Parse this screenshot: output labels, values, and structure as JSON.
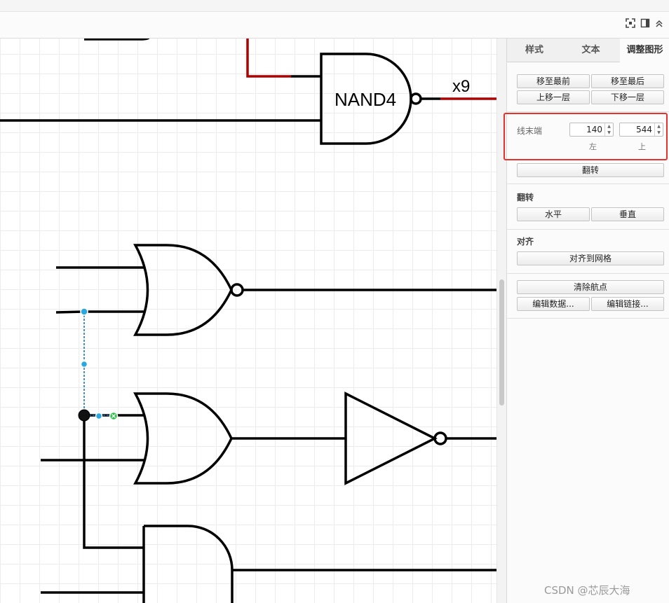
{
  "toolbar": {
    "icons": [
      "fullscreen-icon",
      "panel-toggle-icon",
      "collapse-icon"
    ]
  },
  "canvas": {
    "gate_labels": {
      "nand": "NAND4",
      "net": "x9"
    }
  },
  "panel": {
    "tabs": [
      {
        "label": "样式",
        "active": false
      },
      {
        "label": "文本",
        "active": false
      },
      {
        "label": "调整图形",
        "active": true
      }
    ],
    "arrange": {
      "to_front": "移至最前",
      "to_back": "移至最后",
      "forward": "上移一层",
      "backward": "下移一层"
    },
    "line_end": {
      "label": "线末端",
      "left_value": "140",
      "top_value": "544",
      "left_caption": "左",
      "top_caption": "上"
    },
    "reverse_button": "翻转",
    "flip": {
      "title": "翻转",
      "horizontal": "水平",
      "vertical": "垂直"
    },
    "align": {
      "title": "对齐",
      "snap_to_grid": "对齐到网格"
    },
    "actions": {
      "clear_waypoints": "清除航点",
      "edit_data": "编辑数据...",
      "edit_link": "编辑链接..."
    }
  },
  "watermark": "CSDN @芯辰大海"
}
